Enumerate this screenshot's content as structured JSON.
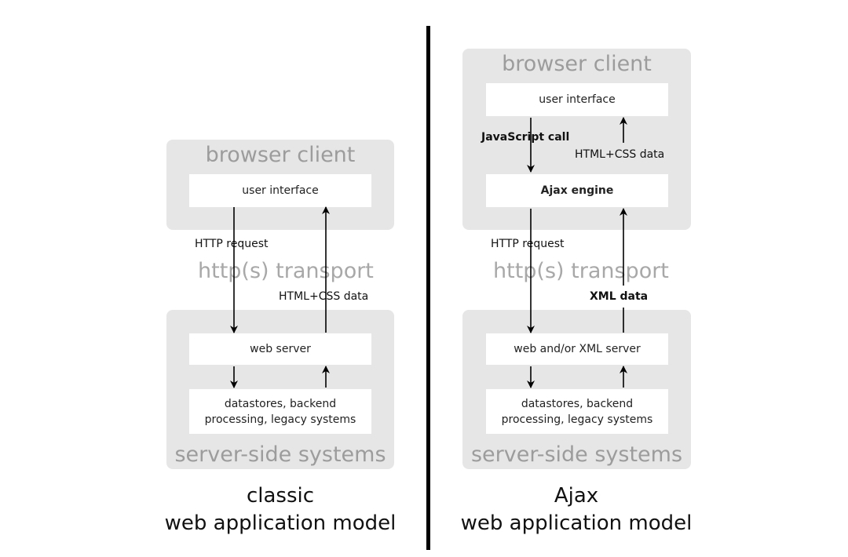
{
  "classic": {
    "browser_title": "browser client",
    "ui_box": "user interface",
    "transport": "http(s) transport",
    "request_label": "HTTP request",
    "response_label": "HTML+CSS data",
    "server_box": "web server",
    "data_box_line1": "datastores, backend",
    "data_box_line2": "processing, legacy systems",
    "server_title": "server-side systems",
    "caption_line1": "classic",
    "caption_line2": "web application model"
  },
  "ajax": {
    "browser_title": "browser client",
    "ui_box": "user interface",
    "js_call_label": "JavaScript call",
    "html_css_label": "HTML+CSS data",
    "engine_box": "Ajax engine",
    "transport": "http(s) transport",
    "request_label": "HTTP request",
    "response_label": "XML data",
    "server_box": "web and/or XML server",
    "data_box_line1": "datastores, backend",
    "data_box_line2": "processing, legacy systems",
    "server_title": "server-side systems",
    "caption_line1": "Ajax",
    "caption_line2": "web application model"
  }
}
